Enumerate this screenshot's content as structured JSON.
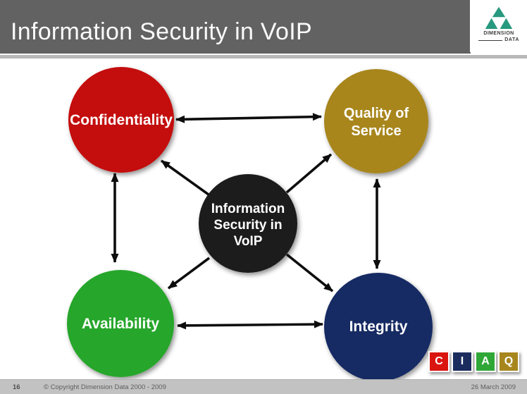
{
  "slide": {
    "header": {
      "title": "Information Security in VoIP"
    },
    "logo": {
      "line1": "DIMENSION",
      "line2": "DATA",
      "triangle_color": "#27997e"
    },
    "diagram": {
      "nodes": {
        "confidentiality": {
          "label": "Confidentiality",
          "color": "#c40808"
        },
        "quality_of_service": {
          "line1": "Quality of",
          "line2": "Service",
          "color": "#a8861e"
        },
        "center": {
          "line1": "Information",
          "line2": "Security in",
          "line3": "VoIP",
          "color": "#1b1b1b"
        },
        "availability": {
          "label": "Availability",
          "color": "#28a62c"
        },
        "integrity": {
          "label": "Integrity",
          "color": "#162a63"
        }
      },
      "connections": [
        {
          "from": "confidentiality",
          "to": "quality_of_service",
          "type": "bidirectional"
        },
        {
          "from": "confidentiality",
          "to": "availability",
          "type": "bidirectional"
        },
        {
          "from": "quality_of_service",
          "to": "integrity",
          "type": "bidirectional"
        },
        {
          "from": "availability",
          "to": "integrity",
          "type": "bidirectional"
        },
        {
          "from": "center",
          "to": "confidentiality",
          "type": "directed"
        },
        {
          "from": "center",
          "to": "quality_of_service",
          "type": "directed"
        },
        {
          "from": "center",
          "to": "availability",
          "type": "directed"
        },
        {
          "from": "center",
          "to": "integrity",
          "type": "directed"
        }
      ],
      "arrow_color": "#0d0d0d"
    },
    "legend": {
      "items": [
        {
          "letter": "C",
          "color": "#da1510"
        },
        {
          "letter": "I",
          "color": "#1b2c5e"
        },
        {
          "letter": "A",
          "color": "#2fa737"
        },
        {
          "letter": "Q",
          "color": "#a8861e"
        }
      ]
    },
    "footer": {
      "page_number": "16",
      "copyright": "© Copyright Dimension Data 2000 - 2009",
      "date": "26 March 2009"
    }
  }
}
